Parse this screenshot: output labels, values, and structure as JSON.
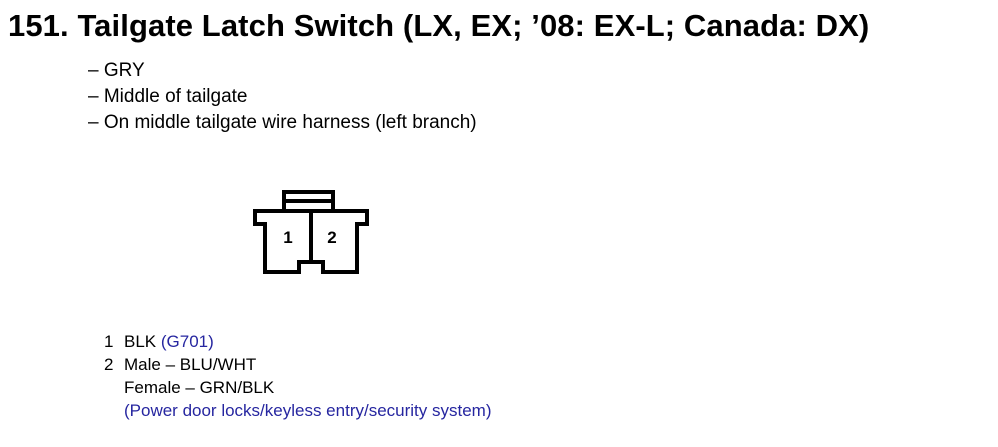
{
  "title": "151. Tailgate Latch Switch (LX, EX; ’08: EX-L; Canada: DX)",
  "details": [
    "– GRY",
    "– Middle of tailgate",
    "– On middle tailgate wire harness (left branch)"
  ],
  "connector": {
    "pin_labels": [
      "1",
      "2"
    ]
  },
  "pins": [
    {
      "number": "1",
      "wire": "BLK",
      "ref": "(G701)"
    },
    {
      "number": "2",
      "male": "Male – BLU/WHT",
      "female": "Female – GRN/BLK",
      "circuit": "(Power door locks/keyless entry/security system)"
    }
  ],
  "colors": {
    "reference_text": "#2626a0",
    "text": "#000000"
  }
}
